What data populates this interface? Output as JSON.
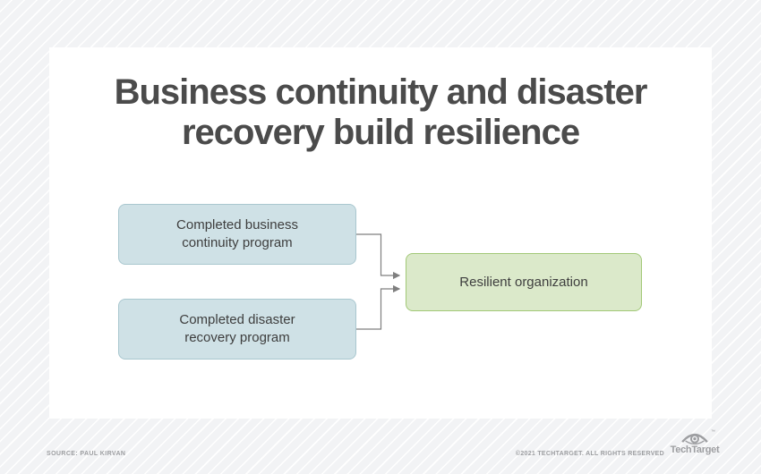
{
  "card": {
    "title": "Business continuity and disaster recovery build resilience"
  },
  "diagram": {
    "nodes": [
      {
        "id": "business-continuity",
        "label": "Completed business\ncontinuity program"
      },
      {
        "id": "disaster-recovery",
        "label": "Completed disaster\nrecovery program"
      },
      {
        "id": "resilient-organization",
        "label": "Resilient organization"
      }
    ],
    "edges": [
      {
        "from": "business-continuity",
        "to": "resilient-organization"
      },
      {
        "from": "disaster-recovery",
        "to": "resilient-organization"
      }
    ]
  },
  "footer": {
    "source": "SOURCE: PAUL KIRVAN",
    "copyright": "©2021 TECHTARGET. ALL RIGHTS RESERVED",
    "logo_text": "TechTarget",
    "logo_trademark": "™"
  },
  "colors": {
    "background_base": "#f2f3f5",
    "card_background": "#ffffff",
    "title_text": "#4b4b4b",
    "node_text": "#3e3e3e",
    "input_fill": "#cfe1e6",
    "input_border": "#a9c7cf",
    "output_fill": "#dbe9ca",
    "output_border": "#a2c877",
    "connector": "#7f7f7f",
    "footer_text": "#9d9ea1"
  }
}
